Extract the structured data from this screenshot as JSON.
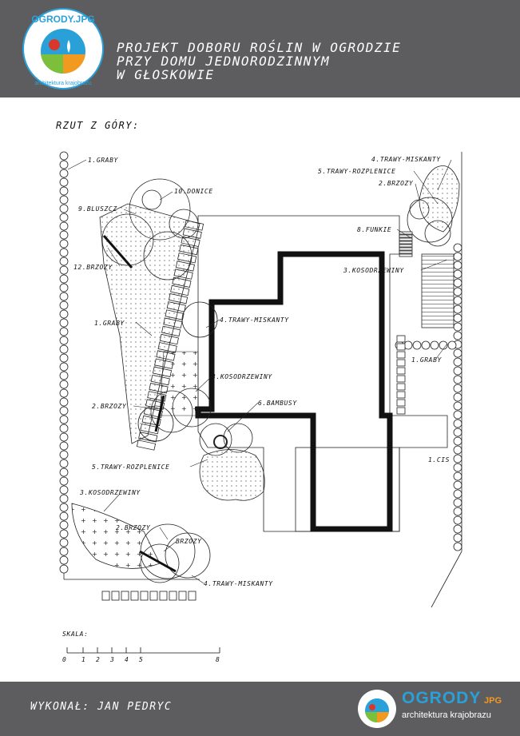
{
  "header": {
    "title_lines": [
      "Projekt doboru roślin w ogrodzie",
      "przy domu jednorodzinnym",
      "w Głoskowie"
    ]
  },
  "logo": {
    "top_text": "OGRODY.JPG",
    "ring_text": "architektura krajobrazu",
    "colors": {
      "blue": "#2aa0d8",
      "orange": "#f29a1f",
      "green": "#7cbf3a",
      "red": "#d9372b"
    }
  },
  "plan": {
    "subtitle": "RZUT Z GÓRY:",
    "labels": [
      "1.GRABY",
      "10.DONICE",
      "9.BLUSZCZ",
      "12.BRZOZY",
      "1.GRABY",
      "2.BRZOZY",
      "4.TRAWY-MISKANTY",
      "3.KOSODRZEWINY",
      "6.BAMBUSY",
      "5.TRAWY-ROZPLENICE",
      "3.KOSODRZEWINY",
      "2.BRZOZY",
      "BRZOZY",
      "4.TRAWY-MISKANTY",
      "4.TRAWY-MISKANTY",
      "5.TRAWY-ROZPLENICE",
      "2.BRZOZY",
      "8.FUNKIE",
      "3.KOSODRZEWINY",
      "1.GRABY",
      "1.CIS"
    ]
  },
  "scale": {
    "label": "SKALA:",
    "ticks": [
      "0",
      "1",
      "2",
      "3",
      "4",
      "5",
      "8"
    ]
  },
  "footer": {
    "author": "WYKONAŁ: JAN PEDRYC",
    "brand_name": "OGRODY",
    "brand_suffix": "JPG",
    "brand_tagline": "architektura krajobrazu"
  }
}
